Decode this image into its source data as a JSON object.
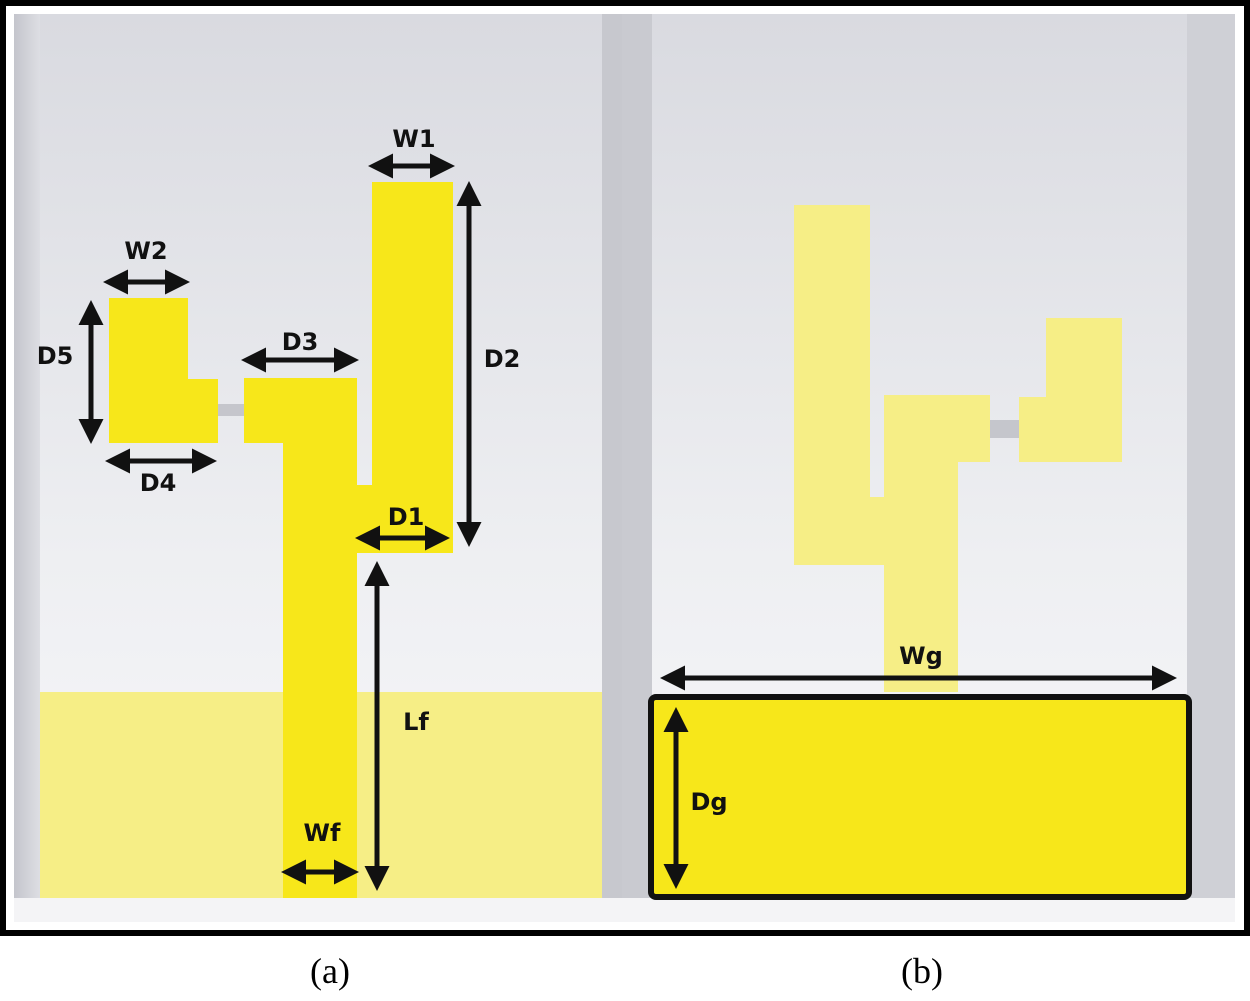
{
  "panels": [
    {
      "id": "a",
      "caption": "(a)",
      "labels": {
        "W1": "W1",
        "W2": "W2",
        "D1": "D1",
        "D2": "D2",
        "D3": "D3",
        "D4": "D4",
        "D5": "D5",
        "Lf": "Lf",
        "Wf": "Wf"
      }
    },
    {
      "id": "b",
      "caption": "(b)",
      "labels": {
        "Wg": "Wg",
        "Dg": "Dg"
      }
    }
  ],
  "colors": {
    "frame": "#000000",
    "substrate_light": "#eeeef2",
    "substrate_dark": "#cfd0d6",
    "copper": "#f7e71a",
    "copper_faded": "#f6ee86",
    "gap": "#c5c6cc",
    "arrow": "#111111"
  }
}
